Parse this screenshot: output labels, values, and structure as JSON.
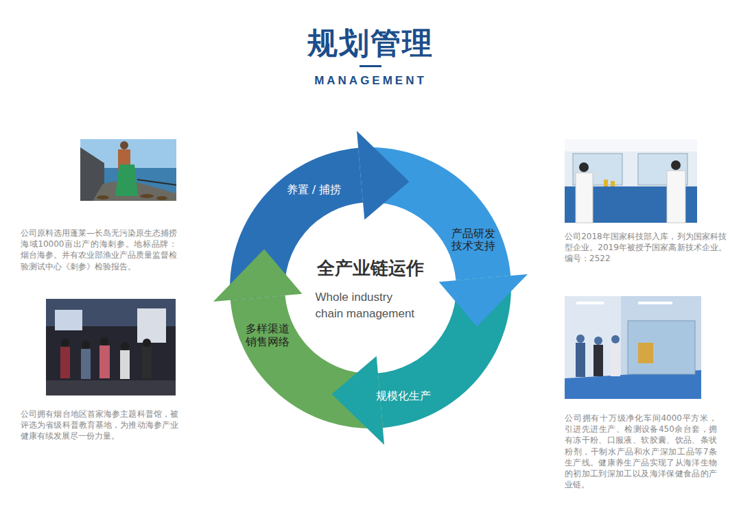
{
  "diagram": {
    "title": "规划管理",
    "nodes": [
      {
        "text": [
          "养置 / 捕捞"
        ]
      },
      {
        "text": [
          "产品研发 技术支持"
        ]
      },
      {
        "text": [
          "规模化生产"
        ]
      },
      {
        "text": [
          "多样渠道 销售网络"
        ]
      }
    ],
    "labels": [
      "MANAGEMENT",
      "全产业链运作",
      "Whole industry chain management",
      "公司原料选用蓬莱—长岛无污染原生态捕捞海域10000亩出产的海刺参。地标品牌：烟台海参。并有农业部渔业产品质量监督检验测试中心《刺参》检验报告。",
      "公司2018年国家科技部入库，列为国家科技型企业。2019年被授予国家高新技术企业。编号：2522",
      "公司拥有烟台地区首家海参主题科普馆，被评选为省级科普教育基地，为推动海参产业健康有续发展尽一份力量。",
      "公司拥有十万级净化车间4000平方米，引进先进生产、检测设备450余台套，拥有冻干粉、口服液、软胶囊、饮品、条状粉剂，干制水产品和水产深加工品等7条生产线。健康养生产品实现了从海洋生物的初加工到深加工以及海洋保健食品的产业链。"
    ]
  }
}
